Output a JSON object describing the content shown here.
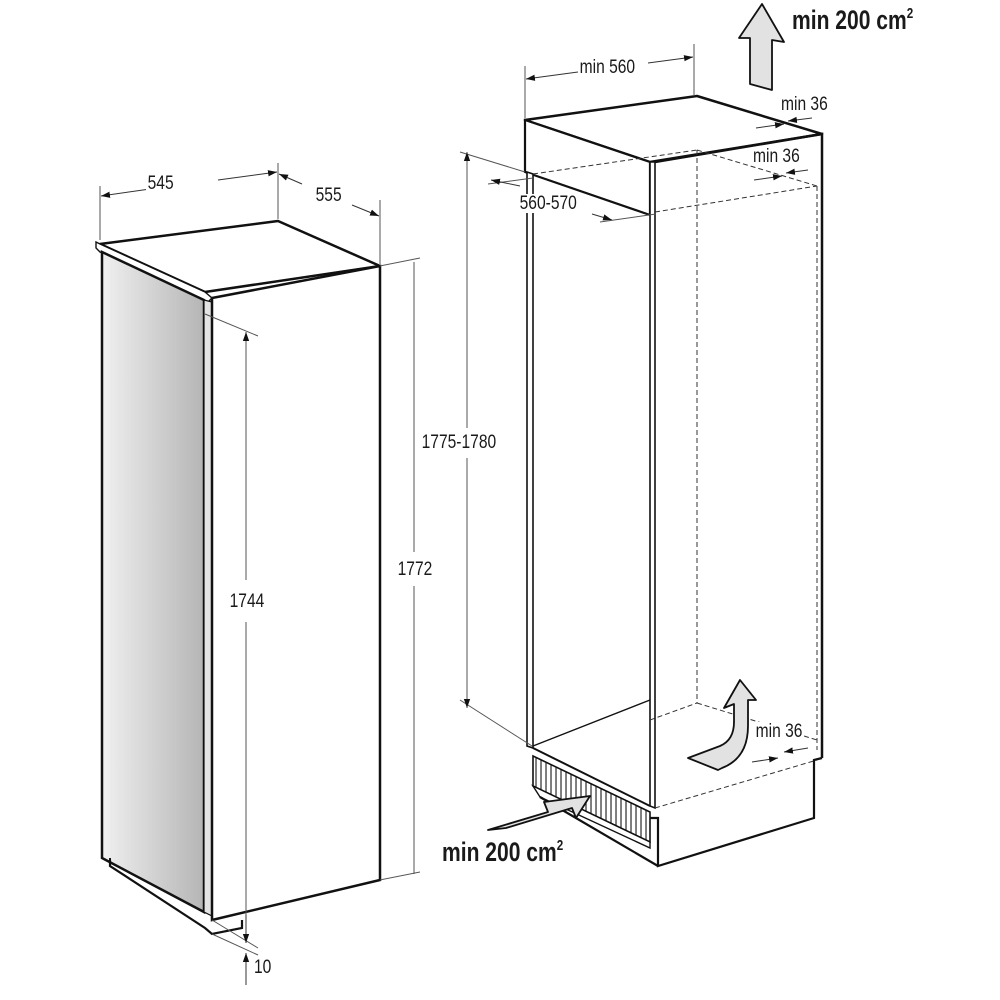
{
  "diagram": {
    "type": "built-in appliance installation dimensions",
    "units": "mm",
    "colors": {
      "line": "#111111",
      "thin_line": "#555555",
      "door_gradient_light": "#f2f2f2",
      "door_gradient_dark": "#b9b9b9",
      "arrow_fill": "#e2e2e2",
      "background": "#ffffff"
    }
  },
  "appliance": {
    "width_label": "545",
    "depth_label": "555",
    "door_height_label": "1744",
    "total_height_label": "1772",
    "bottom_offset_label": "10"
  },
  "niche": {
    "width_label": "min 560",
    "depth_label": "560-570",
    "height_label": "1775-1780",
    "top_rear_gap_label": "min 36",
    "top_gap_label": "min 36",
    "bottom_rear_gap_label": "min 36"
  },
  "ventilation": {
    "outlet_label": "min 200 cm",
    "outlet_superscript": "2",
    "inlet_label": "min 200 cm",
    "inlet_superscript": "2"
  }
}
